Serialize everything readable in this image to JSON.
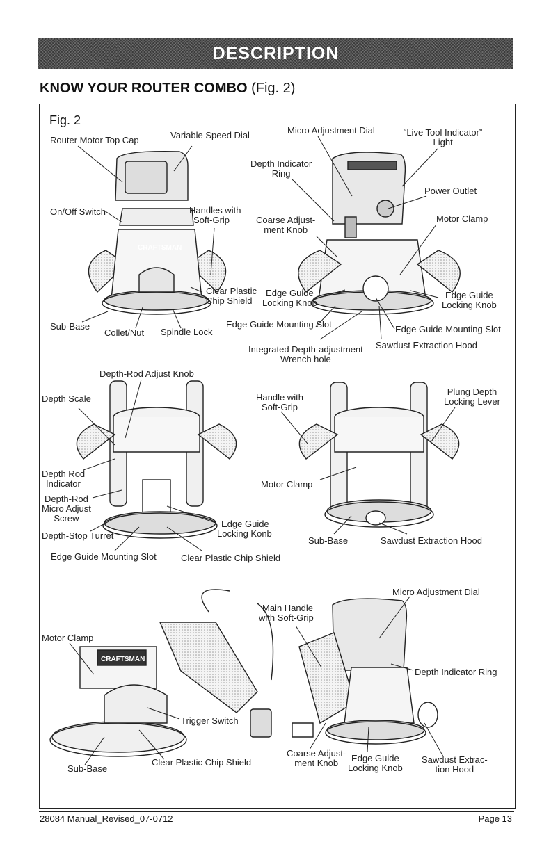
{
  "banner": "DESCRIPTION",
  "heading": {
    "bold": "KNOW YOUR ROUTER COMBO",
    "suffix": " (Fig. 2)"
  },
  "figure_label": "Fig. 2",
  "labels": {
    "router_motor_top_cap": "Router Motor Top Cap",
    "variable_speed_dial": "Variable Speed Dial",
    "micro_adjustment_dial": "Micro Adjustment Dial",
    "live_tool_indicator_1": "“Live Tool Indicator”",
    "live_tool_indicator_2": "Light",
    "depth_indicator_ring_1": "Depth Indicator",
    "depth_indicator_ring_2": "Ring",
    "power_outlet": "Power Outlet",
    "on_off_switch": "On/Off Switch",
    "handles_soft_grip_1": "Handles with",
    "handles_soft_grip_2": "Soft-Grip",
    "coarse_adjust_1": "Coarse Adjust-",
    "coarse_adjust_2": "ment Knob",
    "motor_clamp_top": "Motor Clamp",
    "clear_plastic_1": "Clear Plastic",
    "clear_plastic_2": "Chip Shield",
    "edge_guide_lock_mid_1": "Edge Guide",
    "edge_guide_lock_mid_2": "Locking Knob",
    "edge_guide_lock_right_1": "Edge Guide",
    "edge_guide_lock_right_2": "Locking Knob",
    "sub_base_top": "Sub-Base",
    "collet_nut": "Collet/Nut",
    "spindle_lock": "Spindle Lock",
    "edge_guide_mount_slot_mid": "Edge Guide Mounting Slot",
    "edge_guide_mount_slot_right": "Edge Guide Mounting Slot",
    "integrated_wrench_1": "Integrated Depth-adjustment",
    "integrated_wrench_2": "Wrench hole",
    "sawdust_hood_top": "Sawdust Extraction Hood",
    "depth_rod_adjust_knob": "Depth-Rod Adjust Knob",
    "depth_scale": "Depth Scale",
    "handle_soft_grip_1": "Handle with",
    "handle_soft_grip_2": "Soft-Grip",
    "plunge_lever_1": "Plung Depth",
    "plunge_lever_2": "Locking Lever",
    "depth_rod_indicator_1": "Depth Rod",
    "depth_rod_indicator_2": "Indicator",
    "depth_rod_micro_1": "Depth-Rod",
    "depth_rod_micro_2": "Micro Adjust",
    "depth_rod_micro_3": "Screw",
    "motor_clamp_mid": "Motor Clamp",
    "edge_guide_konb_1": "Edge Guide",
    "edge_guide_konb_2": "Locking Konb",
    "depth_stop_turret": "Depth-Stop Turret",
    "sub_base_mid": "Sub-Base",
    "sawdust_hood_mid": "Sawdust Extraction Hood",
    "edge_guide_mount_slot_plunge": "Edge Guide Mounting Slot",
    "clear_plastic_chip_shield_mid": "Clear Plastic Chip Shield",
    "micro_adjustment_dial_bottom": "Micro Adjustment Dial",
    "main_handle_1": "Main Handle",
    "main_handle_2": "with Soft-Grip",
    "motor_clamp_bottom": "Motor Clamp",
    "depth_indicator_ring_bottom": "Depth Indicator Ring",
    "trigger_switch": "Trigger Switch",
    "sub_base_bottom": "Sub-Base",
    "clear_plastic_chip_shield_bottom": "Clear Plastic Chip Shield",
    "coarse_adjust_bottom_1": "Coarse Adjust-",
    "coarse_adjust_bottom_2": "ment Knob",
    "edge_guide_lock_bottom_1": "Edge Guide",
    "edge_guide_lock_bottom_2": "Locking Knob",
    "sawdust_bottom_1": "Sawdust Extrac-",
    "sawdust_bottom_2": "tion Hood",
    "brand_text": "CRAFTSMAN"
  },
  "footer": {
    "left": "28084 Manual_Revised_07-0712",
    "right": "Page 13"
  }
}
